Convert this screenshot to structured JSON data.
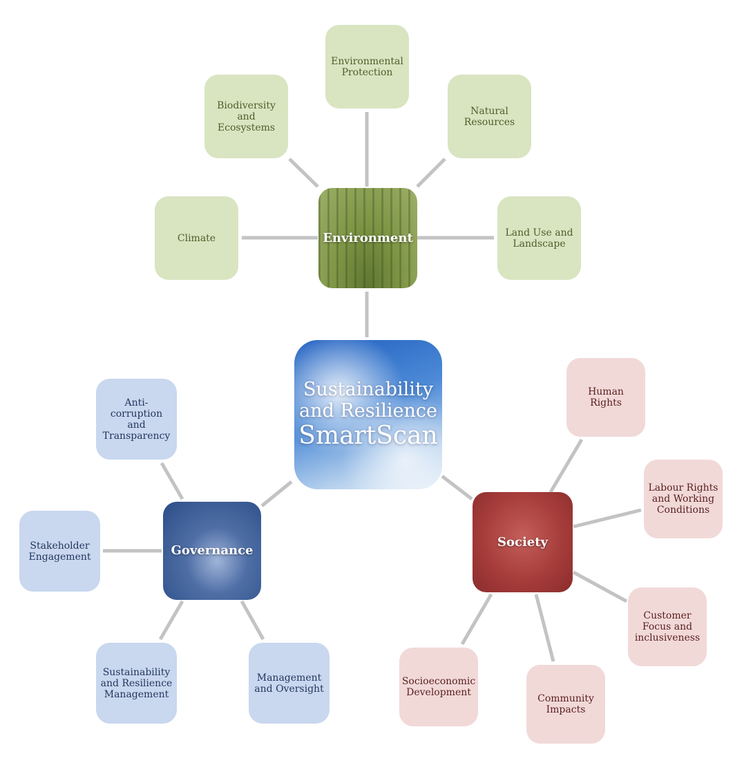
{
  "center": {
    "line1": "Sustainability",
    "line2": "and Resilience",
    "line3": "SmartScan"
  },
  "environment": {
    "label": "Environment",
    "items": [
      "Environmental\nProtection",
      "Biodiversity and\nEcosystems",
      "Natural\nResources",
      "Climate",
      "Land Use and\nLandscape"
    ]
  },
  "governance": {
    "label": "Governance",
    "items": [
      "Anti-corruption\nand\nTransparency",
      "Stakeholder\nEngagement",
      "Sustainability\nand Resilience\nManagement",
      "Management\nand Oversight"
    ]
  },
  "society": {
    "label": "Society",
    "items": [
      "Human Rights",
      "Labour Rights\nand Working\nConditions",
      "Customer\nFocus and\ninclusiveness",
      "Community\nImpacts",
      "Socioeconomic\nDevelopment"
    ]
  },
  "colors": {
    "connector": "#c3c3c3",
    "environment": "#7d9444",
    "governance": "#2b4d87",
    "society": "#a63d3b"
  }
}
